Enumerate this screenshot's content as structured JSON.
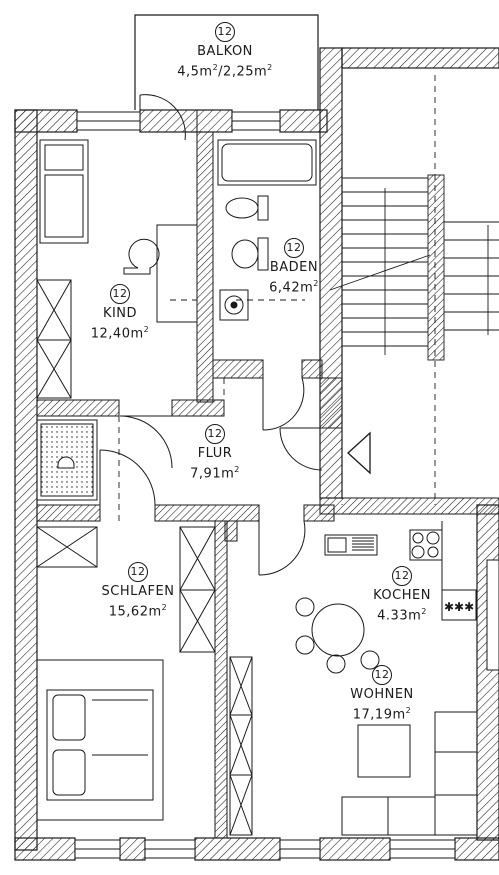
{
  "rooms": {
    "balkon": {
      "number": "12",
      "name": "BALKON",
      "area": "4,5m",
      "area_sup": "2",
      "area_extra": "/2,25m",
      "area_extra_sup": "2"
    },
    "baden": {
      "number": "12",
      "name": "BADEN",
      "area": "6,42m",
      "area_sup": "2"
    },
    "kind": {
      "number": "12",
      "name": "KIND",
      "area": "12,40m",
      "area_sup": "2"
    },
    "flur": {
      "number": "12",
      "name": "FLUR",
      "area": "7,91m",
      "area_sup": "2"
    },
    "schlafen": {
      "number": "12",
      "name": "SCHLAFEN",
      "area": "15,62m",
      "area_sup": "2"
    },
    "kochen": {
      "number": "12",
      "name": "KOCHEN",
      "area": "4.33m",
      "area_sup": "2"
    },
    "wohnen": {
      "number": "12",
      "name": "WOHNEN",
      "area": "17,19m",
      "area_sup": "2"
    }
  },
  "colors": {
    "line": "#1a1a1a",
    "hatch": "#1a1a1a",
    "background": "#ffffff"
  },
  "icons": [
    "stove-burners-icon",
    "sink-icon",
    "toilet-icon",
    "bathtub-icon",
    "washbasin-icon",
    "shower-drain-icon",
    "stair-direction-arrow-icon",
    "cooktop-icon"
  ]
}
